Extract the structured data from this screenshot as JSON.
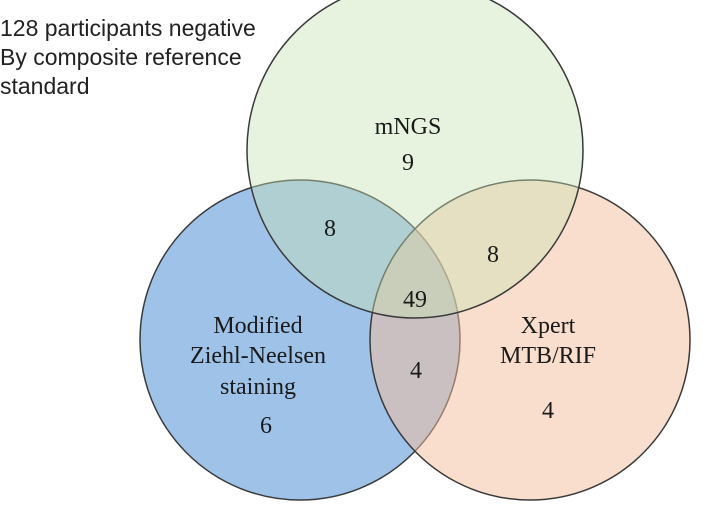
{
  "note": [
    "128 participants negative",
    "By composite reference",
    "standard"
  ],
  "colors": {
    "mngs": "#c7e2b2",
    "zn": "#3f86d3",
    "xpert": "#f6bd9c",
    "outline": "#3a3a3a"
  },
  "sets": {
    "mngs": {
      "label": "mNGS",
      "only": "9"
    },
    "zn": {
      "label_lines": [
        "Modified",
        "Ziehl-Neelsen",
        "staining"
      ],
      "only": "6"
    },
    "xpert": {
      "label_lines": [
        "Xpert",
        "MTB/RIF"
      ],
      "only": "4"
    }
  },
  "overlaps": {
    "mngs_zn": "8",
    "mngs_xpert": "8",
    "zn_xpert": "4",
    "all_three": "49"
  }
}
